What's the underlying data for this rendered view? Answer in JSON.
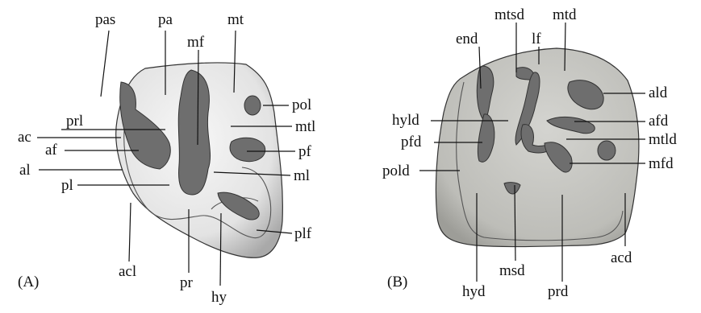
{
  "panels": [
    {
      "id": "A",
      "panel_label": "(A)",
      "labels": {
        "pas": "pas",
        "pa": "pa",
        "mf": "mf",
        "mt": "mt",
        "pol": "pol",
        "prl": "prl",
        "mtl": "mtl",
        "ac": "ac",
        "af": "af",
        "pf": "pf",
        "al": "al",
        "ml": "ml",
        "pl": "pl",
        "plf": "plf",
        "acl": "acl",
        "pr": "pr",
        "hy": "hy"
      }
    },
    {
      "id": "B",
      "panel_label": "(B)",
      "labels": {
        "mtsd": "mtsd",
        "mtd": "mtd",
        "end": "end",
        "lf": "lf",
        "ald": "ald",
        "hyld": "hyld",
        "afd": "afd",
        "pfd": "pfd",
        "mtld": "mtld",
        "pold": "pold",
        "mfd": "mfd",
        "acd": "acd",
        "hyd": "hyd",
        "msd": "msd",
        "prd": "prd"
      }
    }
  ],
  "colors": {
    "tooth_a_fill": "#ededed",
    "tooth_b_fill": "#c4c4c0",
    "depression": "#707070",
    "ink": "#111111"
  }
}
